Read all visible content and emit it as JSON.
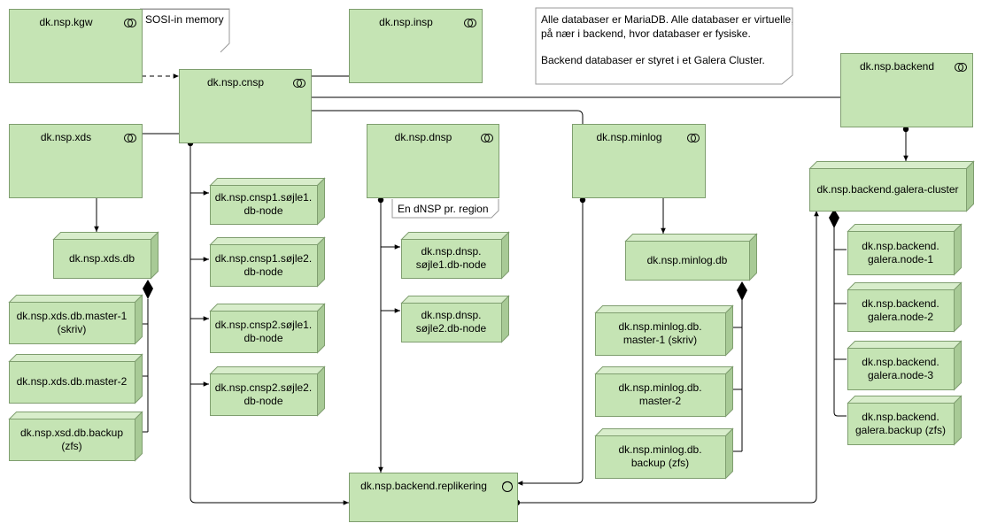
{
  "components": {
    "kgw": "dk.nsp.kgw",
    "insp": "dk.nsp.insp",
    "cnsp": "dk.nsp.cnsp",
    "xds": "dk.nsp.xds",
    "dnsp": "dk.nsp.dnsp",
    "minlog": "dk.nsp.minlog",
    "backend": "dk.nsp.backend",
    "replikering": "dk.nsp.backend.replikering"
  },
  "notes": {
    "sosi": "SOSI-in memory",
    "dnsp_region": "En dNSP pr. region",
    "info_line1": "Alle databaser er MariaDB. Alle databaser er virtuelle,",
    "info_line2": "på nær i backend, hvor databaser er fysiske.",
    "info_line3": "Backend databaser er styret i et Galera Cluster."
  },
  "nodes": {
    "xds_db": [
      "dk.nsp.xds.db"
    ],
    "xds_master1": [
      "dk.nsp.xds.db.master-1",
      "(skriv)"
    ],
    "xds_master2": [
      "dk.nsp.xds.db.master-2"
    ],
    "xsd_backup": [
      "dk.nsp.xsd.db.backup",
      "(zfs)"
    ],
    "cnsp1_s1": [
      "dk.nsp.cnsp1.søjle1.",
      "db-node"
    ],
    "cnsp1_s2": [
      "dk.nsp.cnsp1.søjle2.",
      "db-node"
    ],
    "cnsp2_s1": [
      "dk.nsp.cnsp2.søjle1.",
      "db-node"
    ],
    "cnsp2_s2": [
      "dk.nsp.cnsp2.søjle2.",
      "db-node"
    ],
    "dnsp_s1": [
      "dk.nsp.dnsp.",
      "søjle1.db-node"
    ],
    "dnsp_s2": [
      "dk.nsp.dnsp.",
      "søjle2.db-node"
    ],
    "minlog_db": [
      "dk.nsp.minlog.db"
    ],
    "minlog_m1": [
      "dk.nsp.minlog.db.",
      "master-1 (skriv)"
    ],
    "minlog_m2": [
      "dk.nsp.minlog.db.",
      "master-2"
    ],
    "minlog_bk": [
      "dk.nsp.minlog.db.",
      "backup (zfs)"
    ],
    "galera_cluster": [
      "dk.nsp.backend.galera-cluster"
    ],
    "galera1": [
      "dk.nsp.backend.",
      "galera.node-1"
    ],
    "galera2": [
      "dk.nsp.backend.",
      "galera.node-2"
    ],
    "galera3": [
      "dk.nsp.backend.",
      "galera.node-3"
    ],
    "galera_bk": [
      "dk.nsp.backend.",
      "galera.backup (zfs)"
    ]
  },
  "colors": {
    "component_fill": "#c5e4b4",
    "node_front": "#c5e4b4",
    "node_side": "#a8ca96",
    "node_top": "#d8edcb",
    "border": "#7f9e6f",
    "line": "#000000"
  },
  "icons": {
    "component": "component-icon",
    "interface": "interface-icon"
  }
}
